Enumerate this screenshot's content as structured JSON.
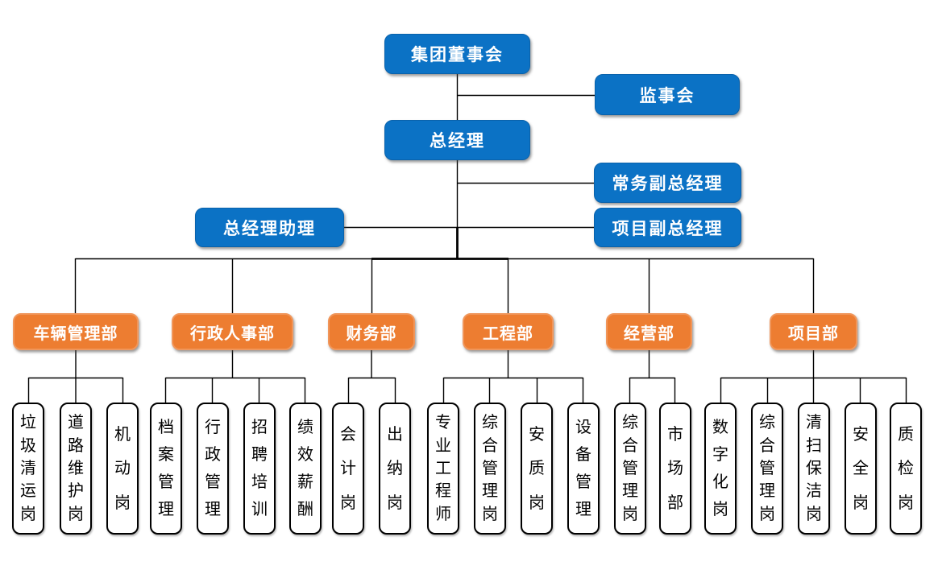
{
  "colors": {
    "page_background": "#FFFFFF",
    "executive_fill": "#0B72C5",
    "executive_border": "#0A62AB",
    "department_fill": "#ED7D31",
    "department_border": "#F0965B",
    "position_fill": "#FFFFFF",
    "position_border": "#000000",
    "connector": "#000000",
    "label_text_light": "#FFFFFF",
    "label_text_dark": "#000000"
  },
  "org": {
    "executives": {
      "board": {
        "label": "集团董事会"
      },
      "supervisory_board": {
        "label": "监事会"
      },
      "general_manager": {
        "label": "总经理"
      },
      "executive_deputy_gm": {
        "label": "常务副总经理"
      },
      "project_deputy_gm": {
        "label": "项目副总经理"
      },
      "gm_assistant": {
        "label": "总经理助理"
      }
    },
    "departments": [
      {
        "label": "车辆管理部",
        "positions": [
          "垃圾清运岗",
          "道路维护岗",
          "机动岗"
        ]
      },
      {
        "label": "行政人事部",
        "positions": [
          "档案管理",
          "行政管理",
          "招聘培训",
          "绩效薪酬"
        ]
      },
      {
        "label": "财务部",
        "positions": [
          "会计岗",
          "出纳岗"
        ]
      },
      {
        "label": "工程部",
        "positions": [
          "专业工程师",
          "综合管理岗",
          "安质岗",
          "设备管理"
        ]
      },
      {
        "label": "经营部",
        "positions": [
          "综合管理岗",
          "市场部"
        ]
      },
      {
        "label": "项目部",
        "positions": [
          "数字化岗",
          "综合管理岗",
          "清扫保洁岗",
          "安全岗",
          "质检岗"
        ]
      }
    ]
  }
}
